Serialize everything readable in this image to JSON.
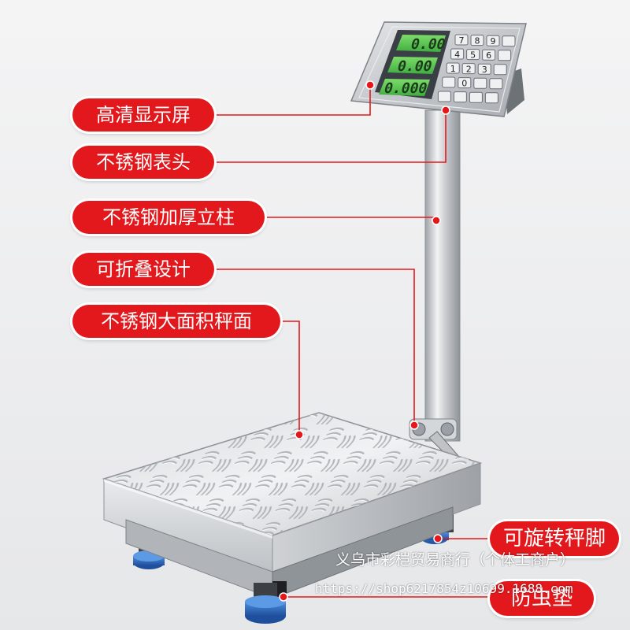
{
  "labels": {
    "display": "高清显示屏",
    "head": "不锈钢表头",
    "pillar": "不锈钢加厚立柱",
    "foldable": "可折叠设计",
    "platform": "不锈钢大面积秤面",
    "feet": "可旋转秤脚",
    "pad": "防虫垫"
  },
  "display": {
    "readings": [
      "0.00",
      "0.00",
      "0.000"
    ]
  },
  "keypad": {
    "keys": [
      "7",
      "8",
      "9",
      "",
      "4",
      "5",
      "6",
      "",
      "1",
      "2",
      "3",
      "",
      "",
      "0",
      "",
      "",
      ""
    ]
  },
  "watermark": {
    "shop": "义乌市彩桤贸易商行（个体工商户）",
    "url": "https://shop6217854z10699.1688.com"
  },
  "colors": {
    "label_red": "#e3181c",
    "lcd_green": "#4ec24a",
    "steel": "#c9ccd0"
  },
  "icons": [
    "pointer-dot-icon"
  ]
}
